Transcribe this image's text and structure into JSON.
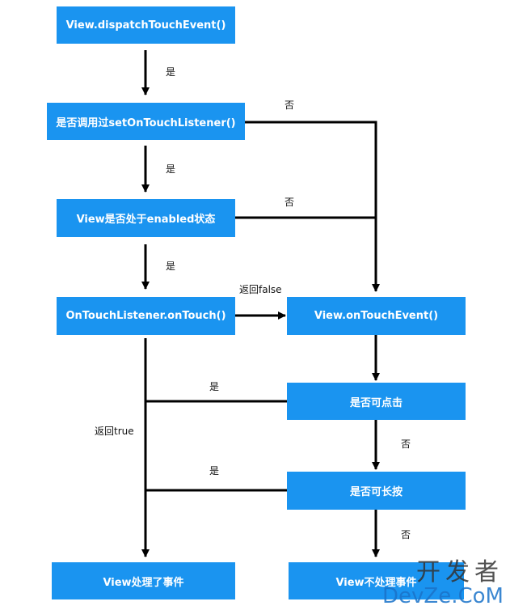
{
  "colors": {
    "node_fill": "#1a94f0",
    "node_text": "#ffffff",
    "edge": "#000000"
  },
  "nodes": {
    "dispatch": "View.dispatchTouchEvent()",
    "has_listener": "是否调用过setOnTouchListener()",
    "enabled": "View是否处于enabled状态",
    "on_touch": "OnTouchListener.onTouch()",
    "on_touch_event": "View.onTouchEvent()",
    "clickable": "是否可点击",
    "long_clickable": "是否可长按",
    "handled": "View处理了事件",
    "not_handled": "View不处理事件"
  },
  "edge_labels": {
    "dispatch_to_listener": "是",
    "listener_no": "否",
    "listener_to_enabled": "是",
    "enabled_no": "否",
    "enabled_to_ontouch": "是",
    "ontouch_false": "返回false",
    "ontouch_true": "返回true",
    "clickable_yes": "是",
    "clickable_no": "否",
    "long_yes": "是",
    "long_no": "否"
  },
  "watermark": {
    "cn": "开发者",
    "en": "DevZe.CoM"
  }
}
